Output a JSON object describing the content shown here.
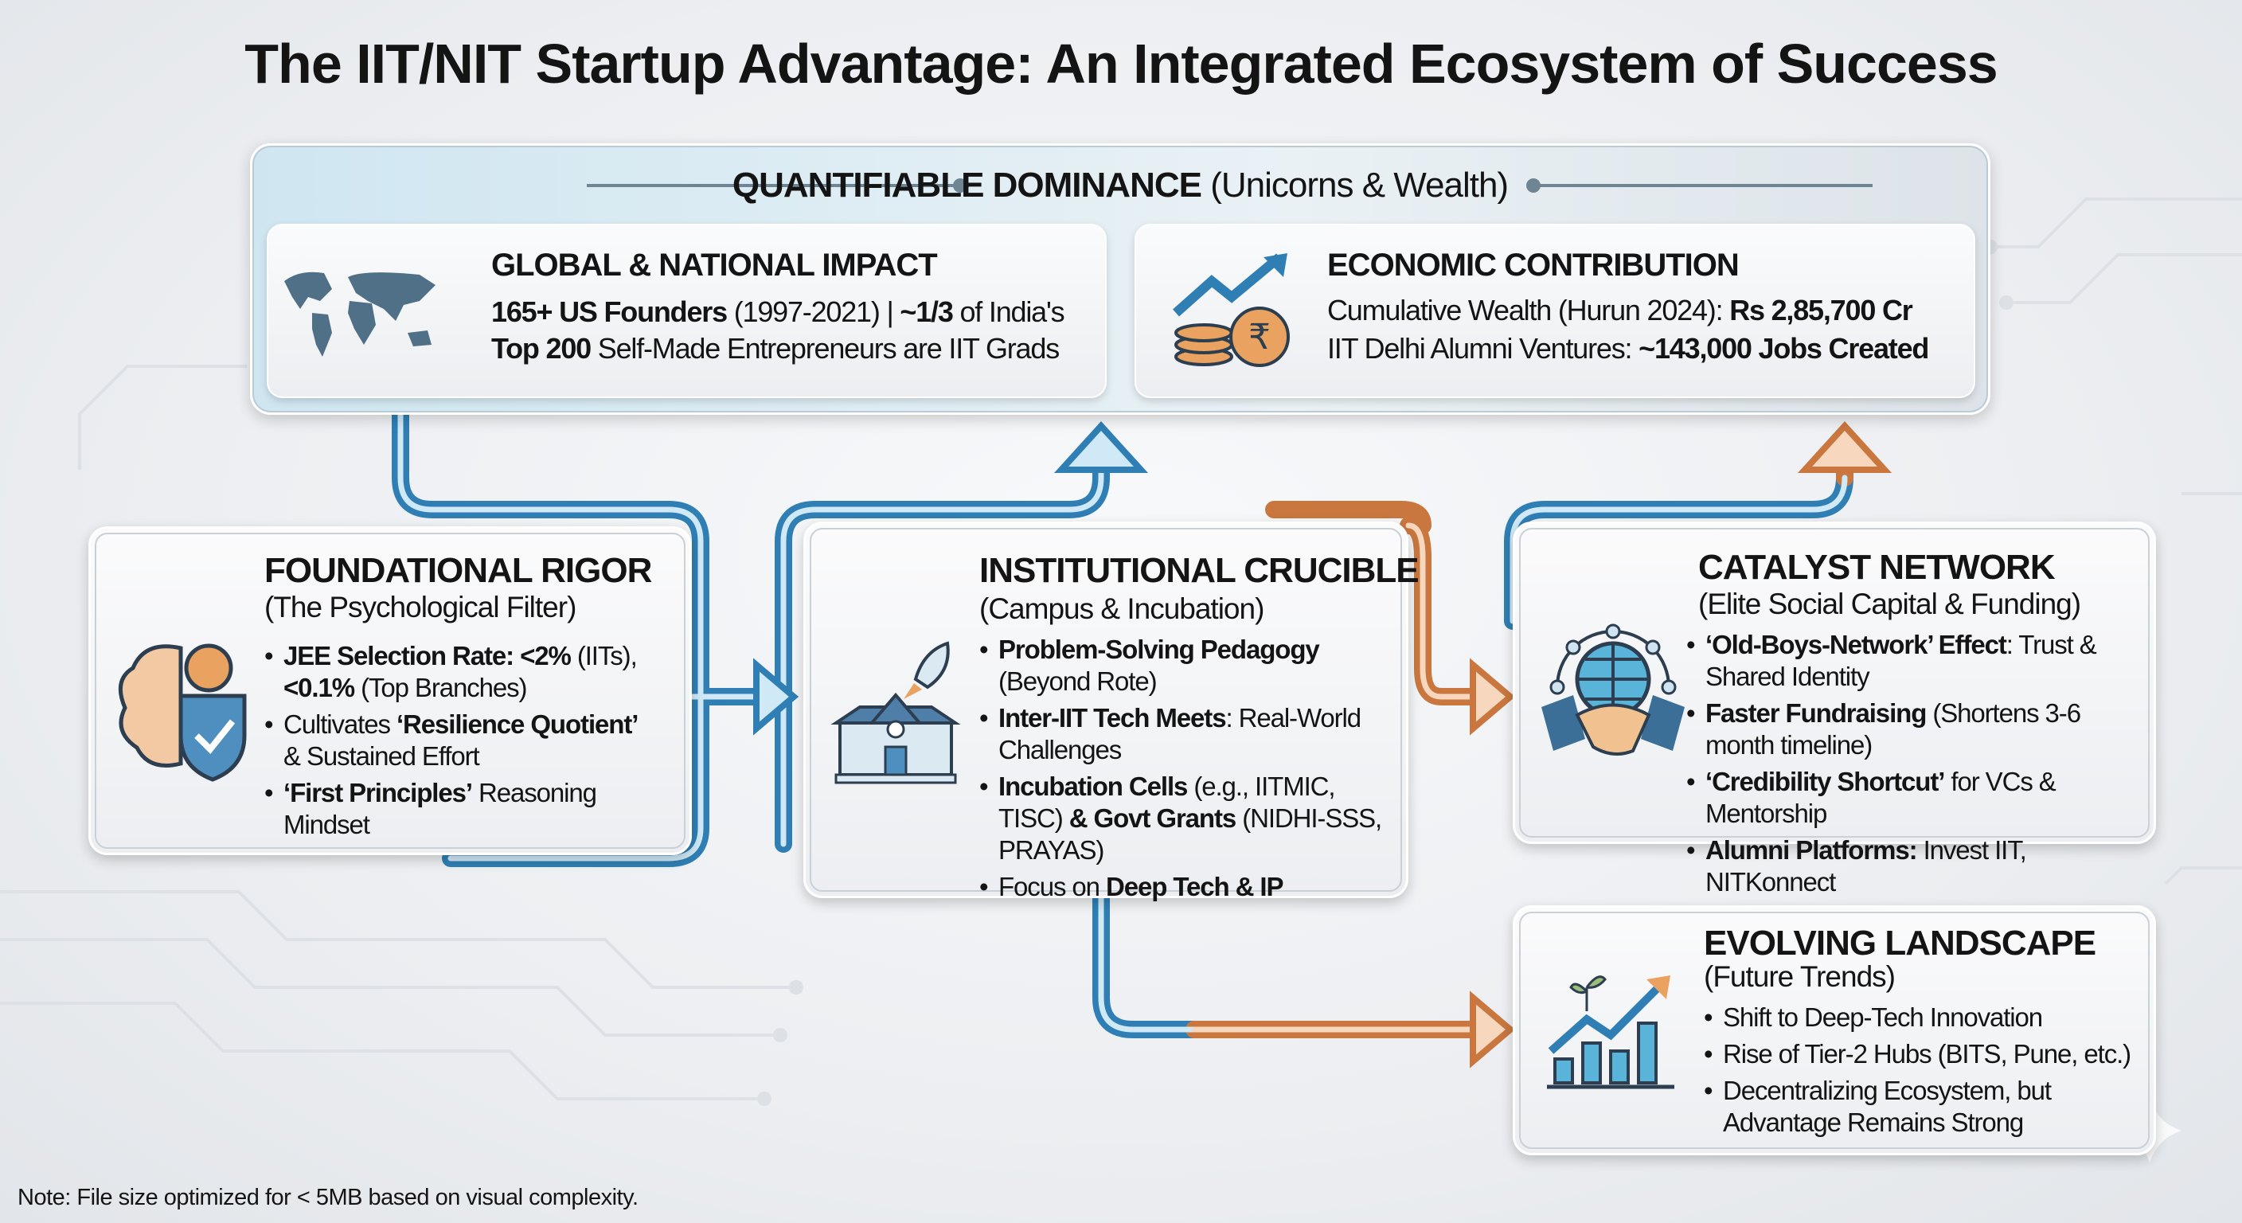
{
  "title": "The IIT/NIT Startup Advantage: An Integrated Ecosystem of Success",
  "quant": {
    "head_bold": "QUANTIFIABLE DOMINANCE",
    "head_rest": "(Unicorns & Wealth)",
    "cards": [
      {
        "icon": "world-map-icon",
        "title": "GLOBAL & NATIONAL IMPACT",
        "lines": [
          [
            {
              "t": "165+ US Founders",
              "b": true
            },
            {
              "t": " (1997-2021) | "
            },
            {
              "t": "~1/3",
              "b": true
            },
            {
              "t": " of India's"
            }
          ],
          [
            {
              "t": "Top 200",
              "b": true
            },
            {
              "t": " Self-Made Entrepreneurs are IIT Grads"
            }
          ]
        ]
      },
      {
        "icon": "growth-rupee-coins-icon",
        "title": "ECONOMIC CONTRIBUTION",
        "lines": [
          [
            {
              "t": "Cumulative Wealth (Hurun 2024): "
            },
            {
              "t": "Rs 2,85,700 Cr",
              "b": true
            }
          ],
          [
            {
              "t": "IIT Delhi Alumni Ventures: "
            },
            {
              "t": "~143,000 Jobs Created",
              "b": true
            }
          ]
        ]
      }
    ]
  },
  "panels": {
    "foundational": {
      "icon": "brain-gear-shield-icon",
      "title": "FOUNDATIONAL RIGOR",
      "subtitle": "(The Psychological Filter)",
      "bullets": [
        [
          {
            "t": "JEE Selection Rate: <2%",
            "b": true
          },
          {
            "t": " (IITs), "
          },
          {
            "t": "<0.1%",
            "b": true
          },
          {
            "t": " (Top Branches)"
          }
        ],
        [
          {
            "t": "Cultivates "
          },
          {
            "t": "‘Resilience Quotient’",
            "b": true
          },
          {
            "t": " & Sustained Effort"
          }
        ],
        [
          {
            "t": "‘First Principles’",
            "b": true
          },
          {
            "t": " Reasoning Mindset"
          }
        ]
      ]
    },
    "institutional": {
      "icon": "campus-rocket-icon",
      "title": "INSTITUTIONAL CRUCIBLE",
      "subtitle": "(Campus & Incubation)",
      "bullets": [
        [
          {
            "t": "Problem-Solving Pedagogy",
            "b": true
          },
          {
            "t": " (Beyond Rote)"
          }
        ],
        [
          {
            "t": "Inter-IIT Tech Meets",
            "b": true
          },
          {
            "t": ": Real-World Challenges"
          }
        ],
        [
          {
            "t": "Incubation Cells",
            "b": true
          },
          {
            "t": " (e.g., IITMIC, TISC) "
          },
          {
            "t": "& Govt Grants",
            "b": true
          },
          {
            "t": " (NIDHI-SSS, PRAYAS)"
          }
        ],
        [
          {
            "t": "Focus on "
          },
          {
            "t": "Deep Tech & IP",
            "b": true
          }
        ]
      ]
    },
    "catalyst": {
      "icon": "handshake-globe-icon",
      "title": "CATALYST NETWORK",
      "subtitle": "(Elite Social Capital & Funding)",
      "bullets": [
        [
          {
            "t": "‘Old-Boys-Network’ Effect",
            "b": true
          },
          {
            "t": ": Trust & Shared Identity"
          }
        ],
        [
          {
            "t": "Faster Fundraising",
            "b": true
          },
          {
            "t": " (Shortens 3-6 month timeline)"
          }
        ],
        [
          {
            "t": "‘Credibility Shortcut’",
            "b": true
          },
          {
            "t": " for VCs & Mentorship"
          }
        ],
        [
          {
            "t": "Alumni Platforms:",
            "b": true
          },
          {
            "t": " Invest IIT, NITKonnect"
          }
        ]
      ]
    },
    "evolving": {
      "icon": "growth-chart-plant-icon",
      "title": "EVOLVING LANDSCAPE",
      "subtitle": "(Future Trends)",
      "bullets": [
        [
          {
            "t": "Shift to Deep-Tech Innovation"
          }
        ],
        [
          {
            "t": "Rise of Tier-2 Hubs (BITS, Pune, etc.)"
          }
        ],
        [
          {
            "t": "Decentralizing Ecosystem, but Advantage Remains Strong"
          }
        ]
      ]
    }
  },
  "note": "Note: File size optimized for < 5MB based on visual complexity.",
  "colors": {
    "blue": "#2f7fb5",
    "orange": "#c9773f",
    "text": "#141414"
  }
}
